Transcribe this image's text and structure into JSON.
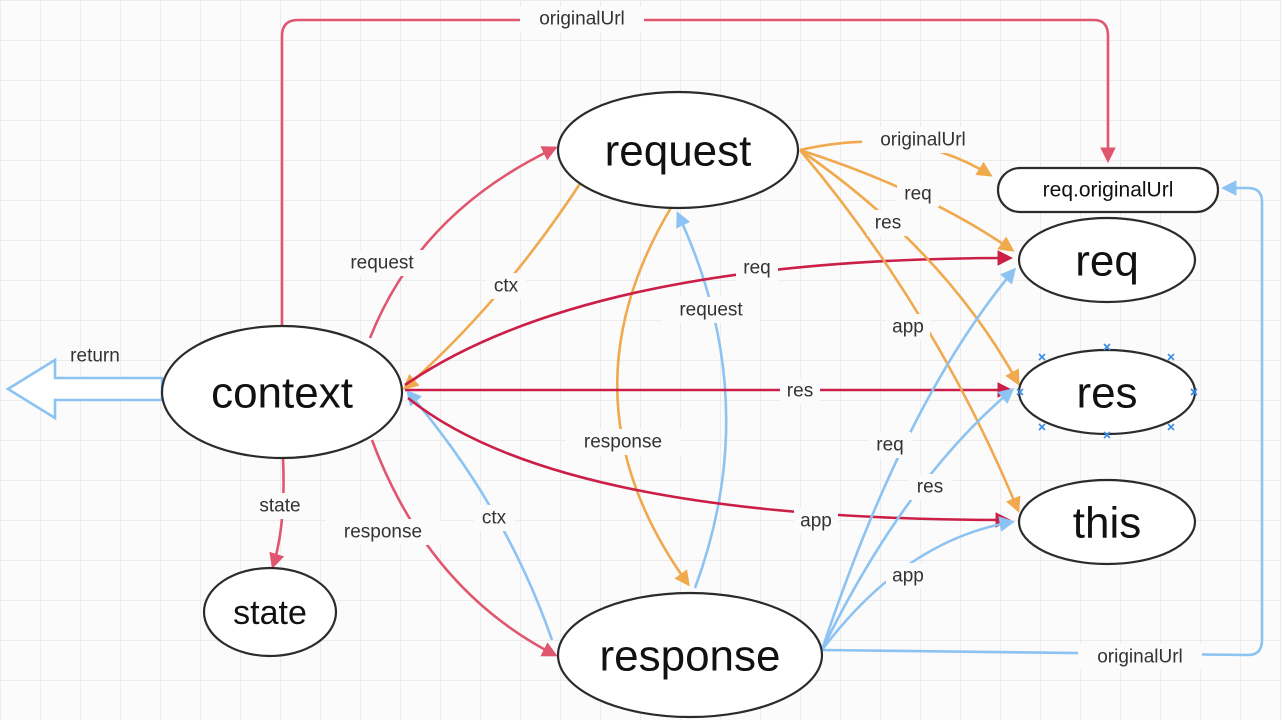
{
  "colors": {
    "red": "#e0566e",
    "crimson": "#cc1f48",
    "orange": "#f0a94c",
    "blue": "#8dc3f2"
  },
  "nodes": {
    "context": "context",
    "request": "request",
    "response": "response",
    "state": "state",
    "req_original_url": "req.originalUrl",
    "req": "req",
    "res": "res",
    "this": "this"
  },
  "edges": {
    "top_original_url": "originalUrl",
    "return": "return",
    "context_request": "request",
    "context_response": "response",
    "context_state": "state",
    "request_ctx": "ctx",
    "response_ctx": "ctx",
    "request_response": "response",
    "response_request": "request",
    "context_req": "req",
    "context_res": "res",
    "context_app": "app",
    "request_original_url": "originalUrl",
    "request_req": "req",
    "request_res": "res",
    "request_app": "app",
    "response_req": "req",
    "response_res": "res",
    "response_app": "app",
    "response_original_url": "originalUrl"
  }
}
